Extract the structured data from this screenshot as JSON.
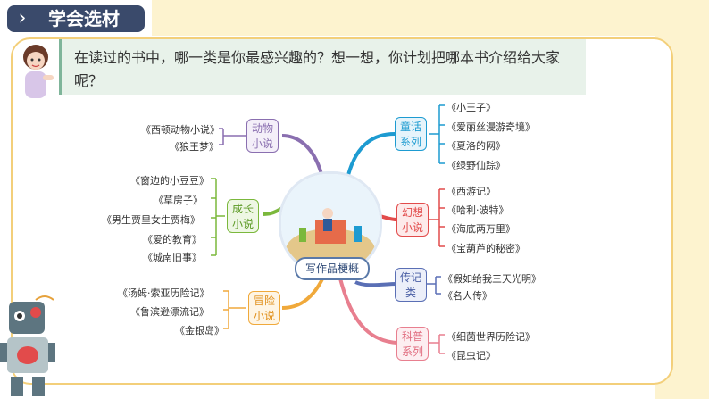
{
  "header": {
    "chevron": "›",
    "title": "学会选材"
  },
  "question": "在读过的书中，哪一类是你最感兴趣的？想一想，你计划把哪本书介绍给大家呢？",
  "center_label": "写作品梗概",
  "categories": [
    {
      "label": "动物\n小说",
      "books": [
        "《西顿动物小说》",
        "《狼王梦》"
      ]
    },
    {
      "label": "成长\n小说",
      "books": [
        "《窗边的小豆豆》",
        "《草房子》",
        "《男生贾里女生贾梅》",
        "《爱的教育》",
        "《城南旧事》"
      ]
    },
    {
      "label": "冒险\n小说",
      "books": [
        "《汤姆·索亚历险记》",
        "《鲁滨逊漂流记》",
        "《金银岛》"
      ]
    },
    {
      "label": "童话\n系列",
      "books": [
        "《小王子》",
        "《爱丽丝漫游奇境》",
        "《夏洛的网》",
        "《绿野仙踪》"
      ]
    },
    {
      "label": "幻想\n小说",
      "books": [
        "《西游记》",
        "《哈利·波特》",
        "《海底两万里》",
        "《宝葫芦的秘密》"
      ]
    },
    {
      "label": "传记\n类",
      "books": [
        "《假如给我三天光明》",
        "《名人传》"
      ]
    },
    {
      "label": "科普\n系列",
      "books": [
        "《细菌世界历险记》",
        "《昆虫记》"
      ]
    }
  ],
  "colors": {
    "navy": "#3a4a6b",
    "yellow": "#fdf3cf",
    "teal": "#1d9bd1",
    "red": "#e24b4b",
    "purple": "#8a6fb0",
    "green": "#7bb83c",
    "orange": "#f0a93b",
    "pink": "#e87f8f"
  },
  "icons": {
    "badge": "chevron-right-icon",
    "girl": "teacher-avatar-icon",
    "robot": "robot-mascot-icon"
  }
}
